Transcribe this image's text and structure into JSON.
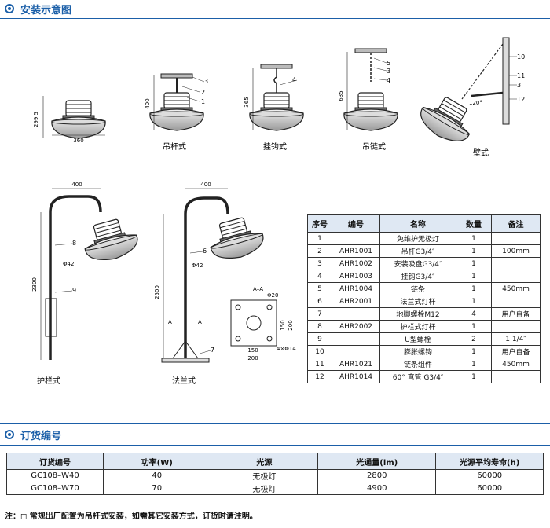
{
  "sections": {
    "install_title": "安装示意图",
    "order_title": "订货编号"
  },
  "diagram": {
    "views": [
      {
        "label": "吊杆式"
      },
      {
        "label": "挂钩式"
      },
      {
        "label": "吊链式"
      },
      {
        "label": "壁式"
      },
      {
        "label": "护栏式"
      },
      {
        "label": "法兰式"
      }
    ],
    "dims": {
      "d2995": "299.5",
      "d360": "360",
      "d400": "400",
      "d365": "365",
      "d635": "635",
      "d400b": "400",
      "d400c": "400",
      "d2300": "2300",
      "d2500": "2500",
      "phi42a": "Φ42",
      "phi42b": "Φ42",
      "angle": "120°",
      "d150": "150",
      "d200": "200",
      "d150b": "150",
      "d200b": "200",
      "phi20": "Φ20",
      "hole": "4×Φ14",
      "aa": "A–A",
      "a1": "A",
      "a2": "A"
    },
    "callouts": [
      "3",
      "2",
      "1",
      "4",
      "5",
      "3",
      "4",
      "10",
      "11",
      "3",
      "12",
      "8",
      "9",
      "6",
      "7"
    ]
  },
  "parts_table": {
    "headers": [
      "序号",
      "编号",
      "名称",
      "数量",
      "备注"
    ],
    "rows": [
      [
        "1",
        "",
        "免维护无极灯",
        "1",
        ""
      ],
      [
        "2",
        "AHR1001",
        "吊杆G3/4″",
        "1",
        "100mm"
      ],
      [
        "3",
        "AHR1002",
        "安装吸盘G3/4″",
        "1",
        ""
      ],
      [
        "4",
        "AHR1003",
        "挂钩G3/4″",
        "1",
        ""
      ],
      [
        "5",
        "AHR1004",
        "链条",
        "1",
        "450mm"
      ],
      [
        "6",
        "AHR2001",
        "法兰式灯杆",
        "1",
        ""
      ],
      [
        "7",
        "",
        "地脚螺栓M12",
        "4",
        "用户自备"
      ],
      [
        "8",
        "AHR2002",
        "护栏式灯杆",
        "1",
        ""
      ],
      [
        "9",
        "",
        "U型螺栓",
        "2",
        "1 1/4″"
      ],
      [
        "10",
        "",
        "膨胀螺钩",
        "1",
        "用户自备"
      ],
      [
        "11",
        "AHR1021",
        "链条组件",
        "1",
        "450mm"
      ],
      [
        "12",
        "AHR1014",
        "60° 弯管 G3/4″",
        "1",
        ""
      ]
    ]
  },
  "order_table": {
    "headers": [
      "订货编号",
      "功率(W)",
      "光源",
      "光通量(lm)",
      "光源平均寿命(h)"
    ],
    "rows": [
      [
        "GC108–W40",
        "40",
        "无极灯",
        "2800",
        "60000"
      ],
      [
        "GC108–W70",
        "70",
        "无极灯",
        "4900",
        "60000"
      ]
    ]
  },
  "note": "注：◻ 常规出厂配置为吊杆式安装，如需其它安装方式，订货时请注明。"
}
